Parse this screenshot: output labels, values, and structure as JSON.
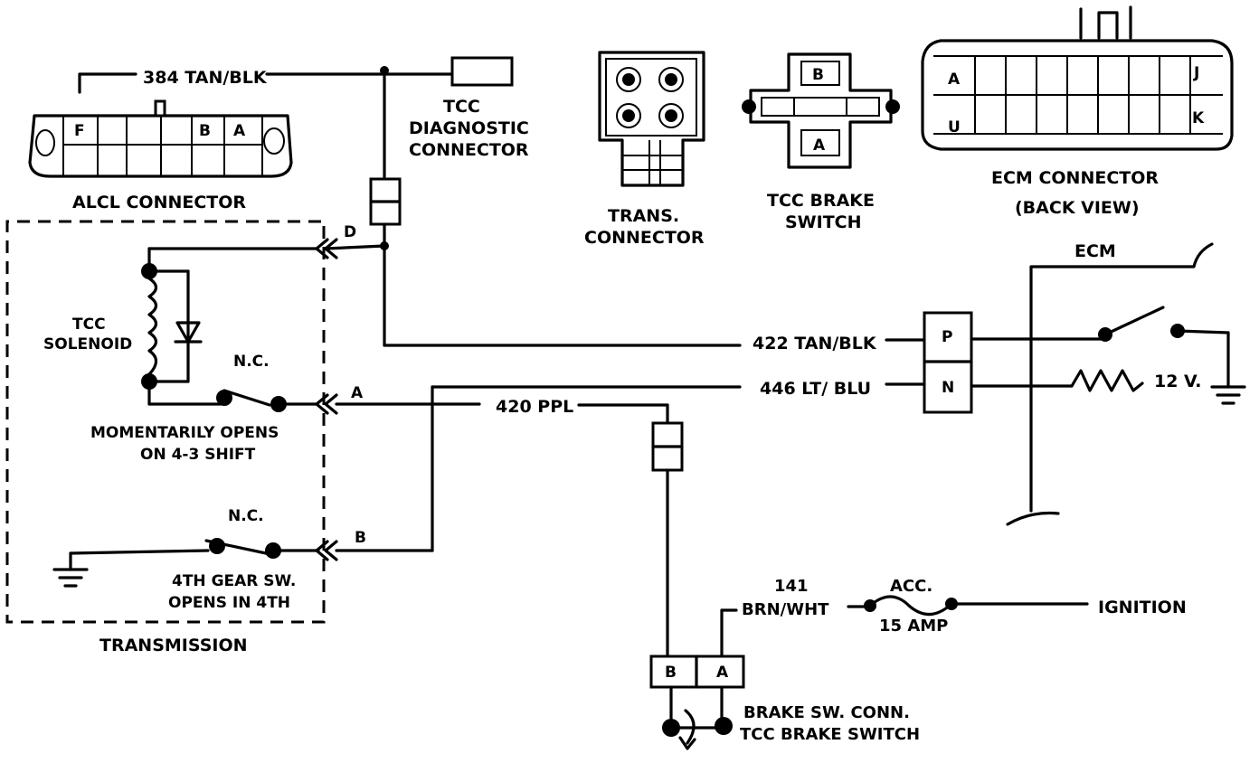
{
  "labels": {
    "wire_384": "384 TAN/BLK",
    "tcc_diag_1": "TCC",
    "tcc_diag_2": "DIAGNOSTIC",
    "tcc_diag_3": "CONNECTOR",
    "alcl": "ALCL  CONNECTOR",
    "alcl_pin_f": "F",
    "alcl_pin_b": "B",
    "alcl_pin_a": "A",
    "trans_conn_1": "TRANS.",
    "trans_conn_2": "CONNECTOR",
    "tcc_brake_1": "TCC BRAKE",
    "tcc_brake_2": "SWITCH",
    "brake_pin_b": "B",
    "brake_pin_a": "A",
    "ecm_conn_1": "ECM CONNECTOR",
    "ecm_conn_2": "(BACK VIEW)",
    "ecm_pin_a": "A",
    "ecm_pin_j": "J",
    "ecm_pin_u": "U",
    "ecm_pin_k": "K",
    "ecm": "ECM",
    "pin_d": "D",
    "pin_a": "A",
    "pin_b": "B",
    "solenoid_1": "TCC",
    "solenoid_2": "SOLENOID",
    "nc_1": "N.C.",
    "mom_1": "MOMENTARILY OPENS",
    "mom_2": "ON 4-3 SHIFT",
    "nc_2": "N.C.",
    "gear_1": "4TH GEAR SW.",
    "gear_2": "OPENS IN 4TH",
    "transmission": "TRANSMISSION",
    "wire_422": "422 TAN/BLK",
    "wire_446": "446 LT/ BLU",
    "wire_420": "420 PPL",
    "ecm_pin_p": "P",
    "ecm_pin_n": "N",
    "v12": "12 V.",
    "wire_141_1": "141",
    "wire_141_2": "BRN/WHT",
    "fuse_1": "ACC.",
    "fuse_2": "15 AMP",
    "ignition": "IGNITION",
    "bsw_pin_b": "B",
    "bsw_pin_a": "A",
    "bsw_1": "BRAKE SW. CONN.",
    "bsw_2": "TCC BRAKE SWITCH"
  }
}
